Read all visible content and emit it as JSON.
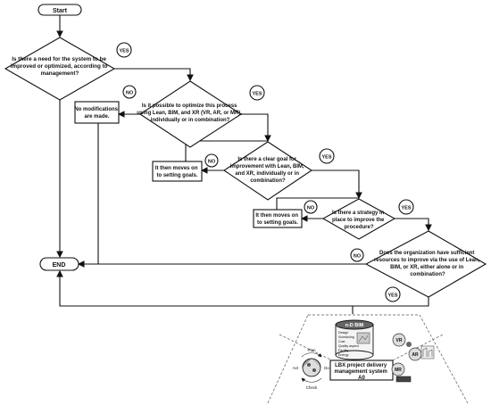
{
  "flowchart": {
    "start": "Start",
    "end": "END",
    "q1": [
      "Is there a need for the system to be",
      "improved or optimized, according to",
      "management?"
    ],
    "q2": [
      "Is it possible to optimize this process",
      "using Lean, BIM, and XR (VR, AR, or MR),",
      "individually or in combination?"
    ],
    "q3": [
      "Is there a clear goal for",
      "improvement with Lean, BIM,",
      "and XR, individually or in",
      "combination?"
    ],
    "q4": [
      "Is there a strategy in",
      "place to improve the",
      "procedure?"
    ],
    "q5": [
      "Does the organization have sufficient",
      "resources to improve via the use of Lean,",
      "BIM, or XR, either alone or in",
      "combination?"
    ],
    "box_no_mod": [
      "No modifications",
      "are made."
    ],
    "box_goals": [
      "It then moves on",
      "to setting goals."
    ],
    "box_goals2": [
      "It then moves on",
      "to setting goals."
    ],
    "yes": "YES",
    "no": "NO"
  },
  "system": {
    "bim_title": "n-D BIM",
    "bim_items": [
      "Design",
      "Scheduling",
      "Cost",
      "Quality aspect",
      "Facility",
      "Energy"
    ],
    "box_lines": [
      "LBX project delivery",
      "management system",
      "A0"
    ],
    "pdca": {
      "plan": "Plan",
      "do": "Do",
      "check": "Check",
      "act": "Act"
    },
    "vr": "VR",
    "ar": "AR",
    "mr": "MR"
  }
}
